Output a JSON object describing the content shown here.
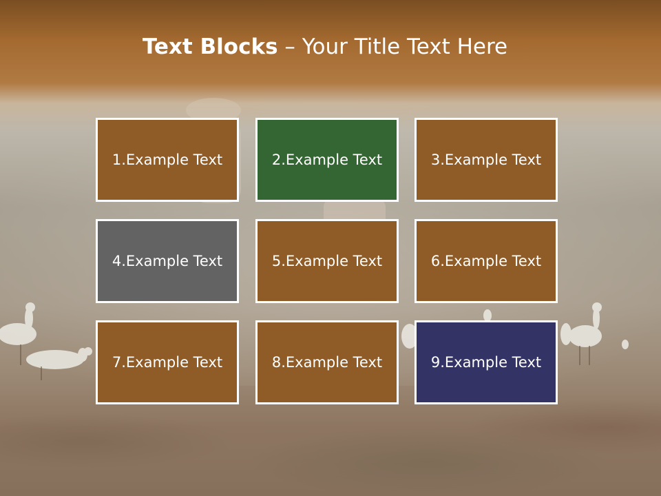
{
  "title": {
    "bold_part": "Text Blocks",
    "separator": " – ",
    "regular_part": "Your Title Text Here"
  },
  "blocks": [
    {
      "label": "1.Example Text",
      "color": "#8f5b26"
    },
    {
      "label": "2.Example Text",
      "color": "#336633"
    },
    {
      "label": "3.Example Text",
      "color": "#8f5b26"
    },
    {
      "label": "4.Example Text",
      "color": "#636363"
    },
    {
      "label": "5.Example Text",
      "color": "#8f5b26"
    },
    {
      "label": "6.Example Text",
      "color": "#8f5b26"
    },
    {
      "label": "7.Example Text",
      "color": "#8f5b26"
    },
    {
      "label": "8.Example Text",
      "color": "#8f5b26"
    },
    {
      "label": "9.Example Text",
      "color": "#333366"
    }
  ]
}
